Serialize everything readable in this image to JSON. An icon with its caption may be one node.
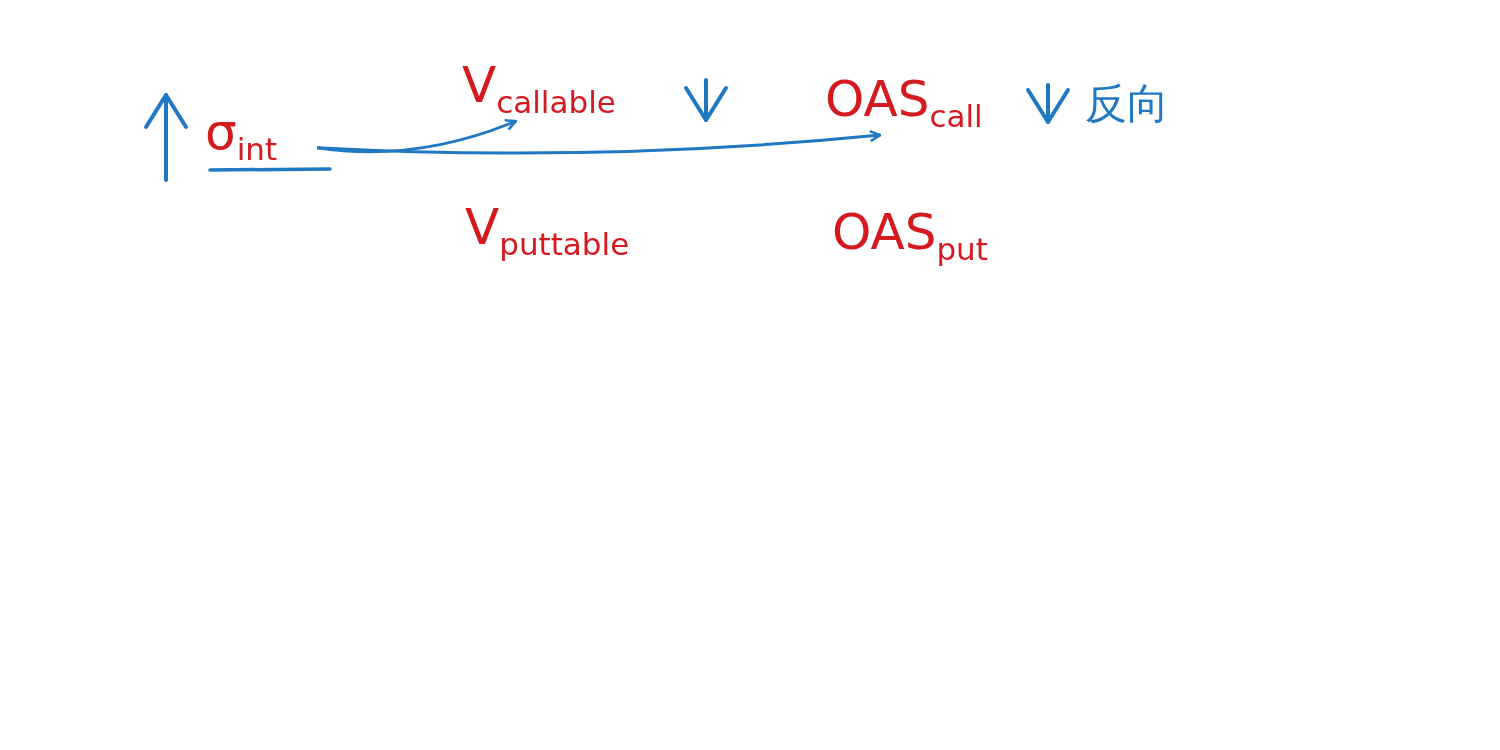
{
  "diagram": {
    "nodes": [
      {
        "text": [
          "σ$_{int}$"
        ]
      },
      {
        "text": [
          "V$_{callable}$"
        ]
      },
      {
        "text": [
          "OAS$_{call}$"
        ]
      },
      {
        "text": [
          "V$_{puttable}$"
        ]
      },
      {
        "text": [
          "OAS$_{put}$"
        ]
      }
    ],
    "edges": [
      {
        "from": 0,
        "to": 1,
        "arrow": "to"
      },
      {
        "from": 0,
        "to": 2,
        "arrow": "to"
      }
    ],
    "labels": [
      "反向"
    ]
  }
}
